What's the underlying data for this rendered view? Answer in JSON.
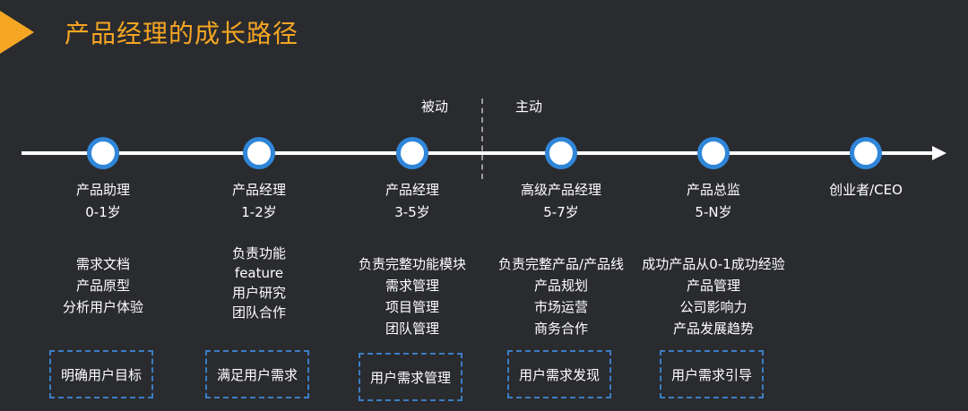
{
  "title": "产品经理的成长路径",
  "phases": {
    "passive": "被动",
    "active": "主动"
  },
  "stages": [
    {
      "role": "产品助理",
      "years": "0-1岁",
      "duties": [
        "需求文档",
        "产品原型",
        "分析用户体验"
      ],
      "goal": "明确用户目标"
    },
    {
      "role": "产品经理",
      "years": "1-2岁",
      "duties": [
        "负责功能",
        "feature",
        "用户研究",
        "团队合作"
      ],
      "goal": "满足用户需求"
    },
    {
      "role": "产品经理",
      "years": "3-5岁",
      "duties": [
        "负责完整功能模块",
        "需求管理",
        "项目管理",
        "团队管理"
      ],
      "goal": "用户需求管理"
    },
    {
      "role": "高级产品经理",
      "years": "5-7岁",
      "duties": [
        "负责完整产品/产品线",
        "产品规划",
        "市场运营",
        "商务合作"
      ],
      "goal": "用户需求发现"
    },
    {
      "role": "产品总监",
      "years": "5-N岁",
      "duties": [
        "成功产品从0-1成功经验",
        "产品管理",
        "公司影响力",
        "产品发展趋势"
      ],
      "goal": "用户需求引导"
    },
    {
      "role": "创业者/CEO"
    }
  ]
}
